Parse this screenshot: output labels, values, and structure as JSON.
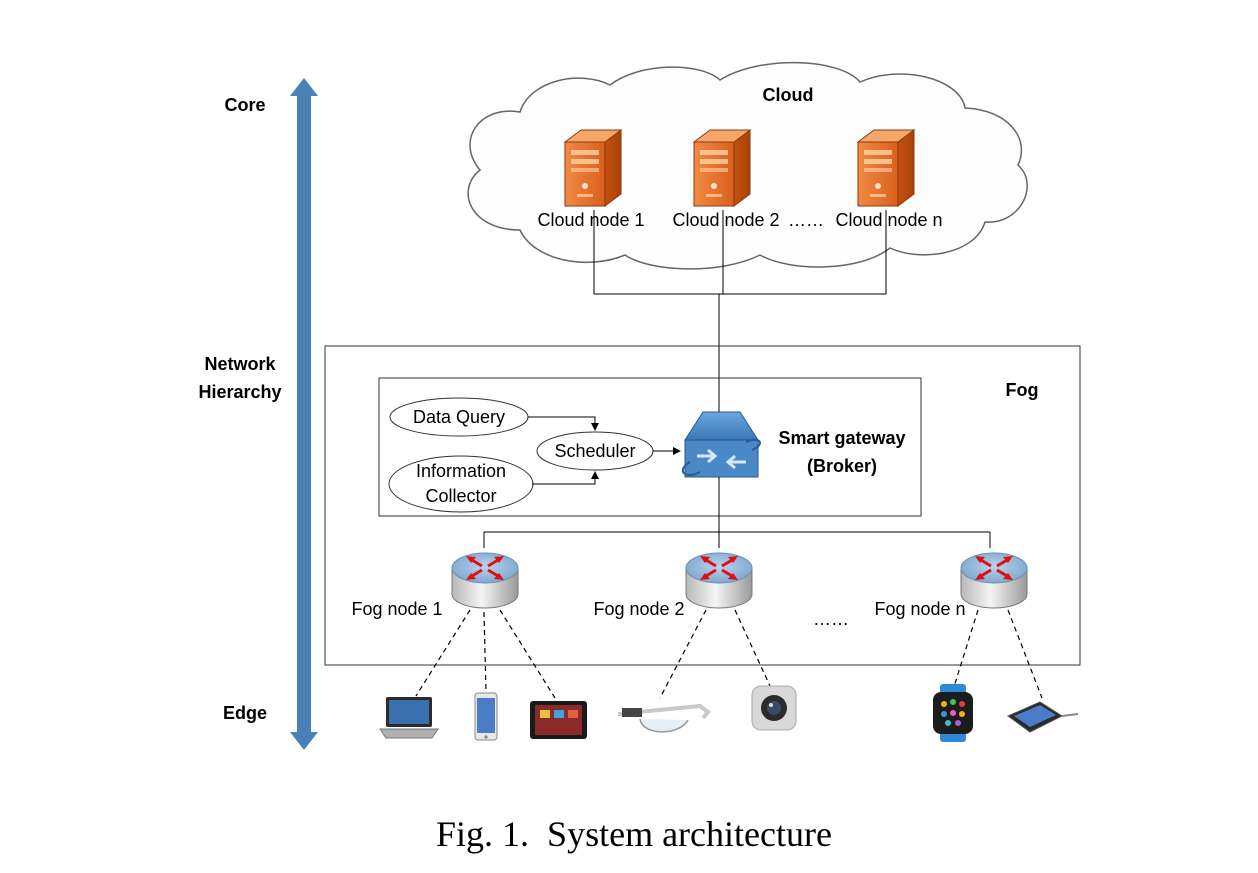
{
  "hierarchy": {
    "top_label": "Core",
    "middle_label_line1": "Network",
    "middle_label_line2": "Hierarchy",
    "bottom_label": "Edge"
  },
  "cloud": {
    "title": "Cloud",
    "nodes": [
      "Cloud node 1",
      "Cloud node 2",
      "Cloud node n"
    ],
    "ellipsis": "……"
  },
  "fog": {
    "title": "Fog",
    "gateway_line1": "Smart gateway",
    "gateway_line2": "(Broker)",
    "data_query": "Data Query",
    "scheduler": "Scheduler",
    "info_collector_line1": "Information",
    "info_collector_line2": "Collector",
    "nodes": [
      "Fog node 1",
      "Fog node 2",
      "Fog node n"
    ],
    "ellipsis": "……"
  },
  "edge_devices": [
    "laptop-icon",
    "smartphone-icon",
    "tablet-icon",
    "smart-glasses-icon",
    "camera-icon",
    "smartwatch-icon",
    "handheld-device-icon"
  ],
  "caption": "Fig. 1.  System architecture",
  "colors": {
    "arrow": "#4a80b8",
    "server": "#e8742c",
    "gateway": "#4a88c8",
    "router_arrows": "#e01010"
  }
}
